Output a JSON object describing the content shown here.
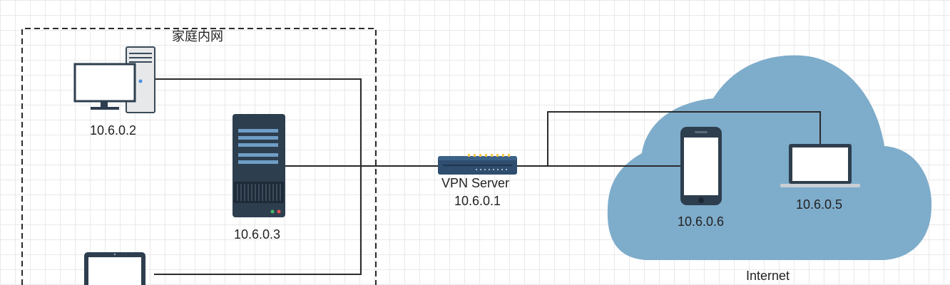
{
  "diagram": {
    "home_network_label": "家庭内网",
    "internet_label": "Internet",
    "vpn_server": {
      "name": "VPN Server",
      "ip": "10.6.0.1"
    },
    "nodes": [
      {
        "device": "desktop-computer",
        "ip": "10.6.0.2"
      },
      {
        "device": "rack-server",
        "ip": "10.6.0.3"
      },
      {
        "device": "tablet",
        "ip": ""
      },
      {
        "device": "smartphone",
        "ip": "10.6.0.6"
      },
      {
        "device": "laptop",
        "ip": "10.6.0.5"
      }
    ],
    "colors": {
      "cloud": "#7eaccb",
      "line": "#2b2b2b",
      "server_body": "#2d3e4e",
      "server_stripe": "#6f9ec6",
      "router": "#2f4e6f",
      "router_led": "#f2c94c"
    }
  }
}
